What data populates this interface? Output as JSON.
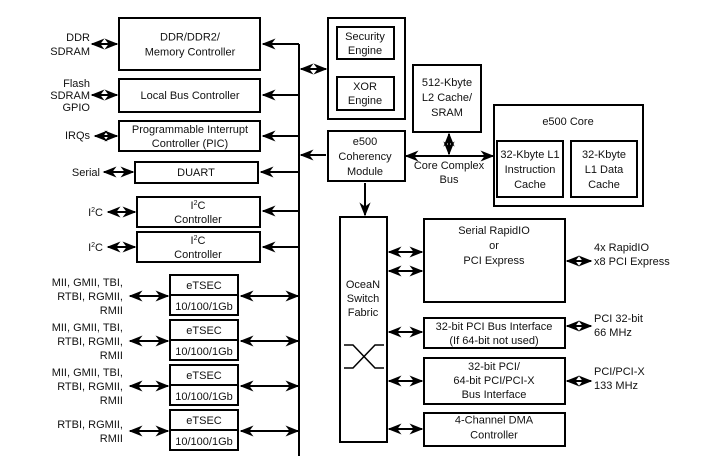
{
  "blocks": {
    "ddr_ctrl": [
      "DDR/DDR2/",
      "Memory Controller"
    ],
    "local_bus": [
      "Local Bus Controller"
    ],
    "pic": [
      "Programmable Interrupt",
      "Controller (PIC)"
    ],
    "duart": [
      "DUART"
    ],
    "i2c_1": [
      "I2C",
      "Controller"
    ],
    "i2c_2": [
      "I2C",
      "Controller"
    ],
    "etsec_top": "eTSEC",
    "etsec_bottom": "10/100/1Gb",
    "security": [
      "Security",
      "Engine"
    ],
    "xor": [
      "XOR",
      "Engine"
    ],
    "l2": [
      "512-Kbyte",
      "L2 Cache/",
      "SRAM"
    ],
    "coherency": [
      "e500",
      "Coherency",
      "Module"
    ],
    "core_complex_bus": [
      "Core Complex",
      "Bus"
    ],
    "core": "e500 Core",
    "l1i": [
      "32-Kbyte L1",
      "Instruction",
      "Cache"
    ],
    "l1d": [
      "32-Kbyte",
      "L1 Data",
      "Cache"
    ],
    "ocean": [
      "OceaN",
      "Switch",
      "Fabric"
    ],
    "srio": [
      "Serial RapidIO",
      "or",
      "PCI Express"
    ],
    "pci32": [
      "32-bit PCI Bus Interface",
      "(If 64-bit not used)"
    ],
    "pci64": [
      "32-bit PCI/",
      "64-bit PCI/PCI-X",
      "Bus Interface"
    ],
    "dma": [
      "4-Channel DMA",
      "Controller"
    ]
  },
  "external": {
    "ddr": [
      "DDR",
      "SDRAM"
    ],
    "local_bus": [
      "Flash",
      "SDRAM",
      "GPIO"
    ],
    "irq": [
      "IRQs"
    ],
    "serial": [
      "Serial"
    ],
    "i2c": "I2C",
    "etsec_1": [
      "MII, GMII, TBI,",
      "RTBI, RGMII,",
      "RMII"
    ],
    "etsec_2": [
      "MII, GMII, TBI,",
      "RTBI, RGMII,",
      "RMII"
    ],
    "etsec_3": [
      "MII, GMII, TBI,",
      "RTBI, RGMII,",
      "RMII"
    ],
    "etsec_4": [
      "RTBI, RGMII,",
      "RMII"
    ],
    "srio": [
      "4x RapidIO",
      "x8 PCI Express"
    ],
    "pci32": [
      "PCI 32-bit",
      "66 MHz"
    ],
    "pci64": [
      "PCI/PCI-X",
      "133 MHz"
    ]
  }
}
